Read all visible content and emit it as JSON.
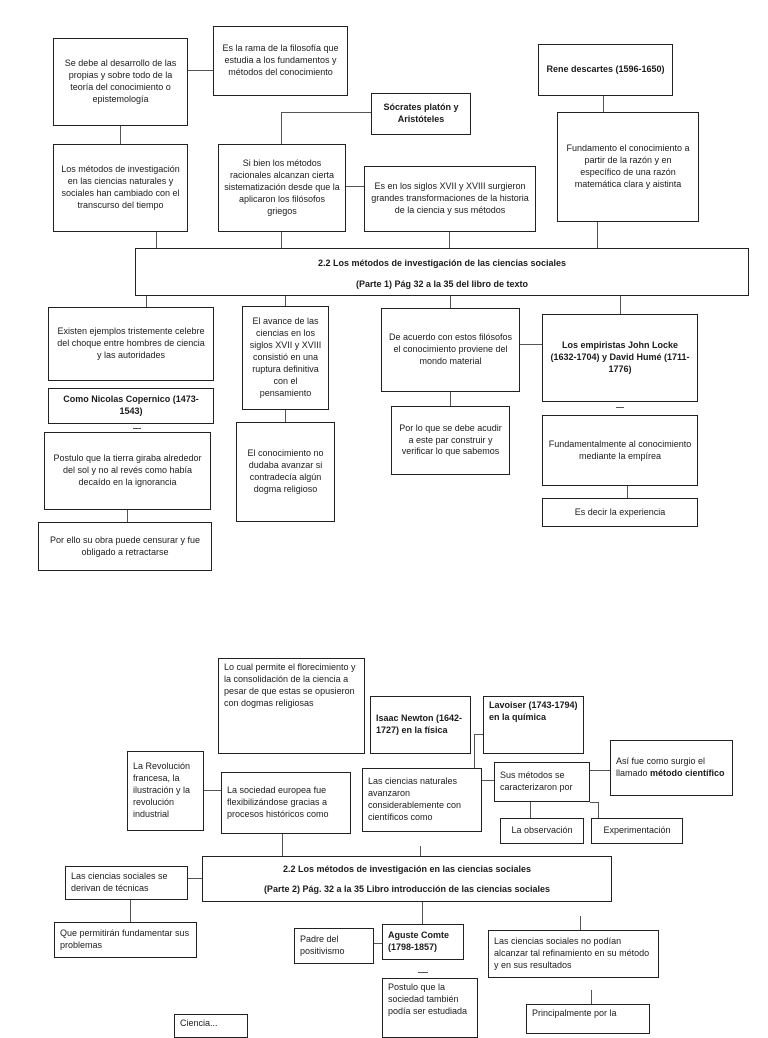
{
  "page1": {
    "box_a": "Se debe al desarrollo de las propias y sobre todo de la teoría del conocimiento o epistemología",
    "box_b": "Es la rama de la filosofía que estudia a los fundamentos  y métodos del conocimiento",
    "box_c": "Rene descartes (1596-1650)",
    "box_d": "Sócrates platón y Aristóteles",
    "box_e": "Los métodos de investigación en las ciencias naturales y sociales han cambiado con el transcurso del tiempo",
    "box_f": "Si bien los métodos racionales alcanzan cierta sistematización desde que la aplicaron los filósofos griegos",
    "box_g": "Es en los siglos XVII y XVIII surgieron grandes transformaciones de la historia de la ciencia y sus métodos",
    "box_h": "Fundamento el conocimiento a partir de la razón y en específico de una razón matemática clara y aistinta",
    "title_line1": "2.2 Los métodos  de investigación de las ciencias sociales",
    "title_line2": "(Parte 1) Pág 32 a la 35 del libro de texto",
    "box_i": "Existen ejemplos tristemente celebre del choque  entre hombres de  ciencia y las autoridades",
    "box_j": "El avance de las ciencias en los siglos XVII y XVIII consistió en una ruptura definitiva con el pensamiento",
    "box_k": "De acuerdo con estos filósofos el conocimiento proviene del mondo material",
    "box_l": "Los empiristas John Locke (1632-1704) y David Humé (1711-1776)",
    "box_m": "Como Nicolas Copernico (1473-1543)",
    "box_n": "Postulo que la tierra giraba alrededor del sol y no al revés como había decaído en la ignorancia",
    "box_o": "El conocimiento no dudaba avanzar si contradecía algún dogma religioso",
    "box_p": "Por lo que se debe acudir a este par construir y verificar lo que sabemos",
    "box_q": "Fundamentalmente al conocimiento mediante la empírea",
    "box_r": "Es decir la experiencia",
    "box_s": "Por ello su obra puede censurar y fue obligado a retractarse"
  },
  "page2": {
    "box_a": "Lo cual permite el florecimiento y la consolidación de la ciencia a pesar de que estas se opusieron con dogmas religiosas",
    "box_b": "Isaac Newton (1642-1727) en la física",
    "box_c": "Lavoiser (1743-1794) en la química",
    "box_d": "La Revolución francesa, la ilustración y la revolución industrial",
    "box_e": "La sociedad europea fue flexibilizándose gracias a procesos históricos como",
    "box_f": "Las ciencias naturales avanzaron considerablemente con científicos como",
    "box_g": "Sus métodos se caracterizaron por",
    "box_h_pre": "Así fue como surgio el llamado ",
    "box_h_bold": "método científico",
    "box_i": "La observación",
    "box_j": "Experimentación",
    "title_line1": "2.2 Los métodos de investigación en las ciencias sociales",
    "title_line2": "(Parte 2) Pág. 32 a la 35 Libro introducción de las ciencias sociales",
    "box_k": "Las ciencias sociales se derivan de técnicas",
    "box_l": "Que permitirán fundamentar sus problemas",
    "box_m": "Padre del positivismo",
    "box_n": "Aguste Comte (1798-1857)",
    "box_o": "Las ciencias sociales no podían alcanzar tal refinamiento en su método y en sus resultados",
    "box_p": "Postulo que la sociedad también podía ser estudiada",
    "box_q": "Principalmente por la",
    "box_r": "Ciencia..."
  }
}
